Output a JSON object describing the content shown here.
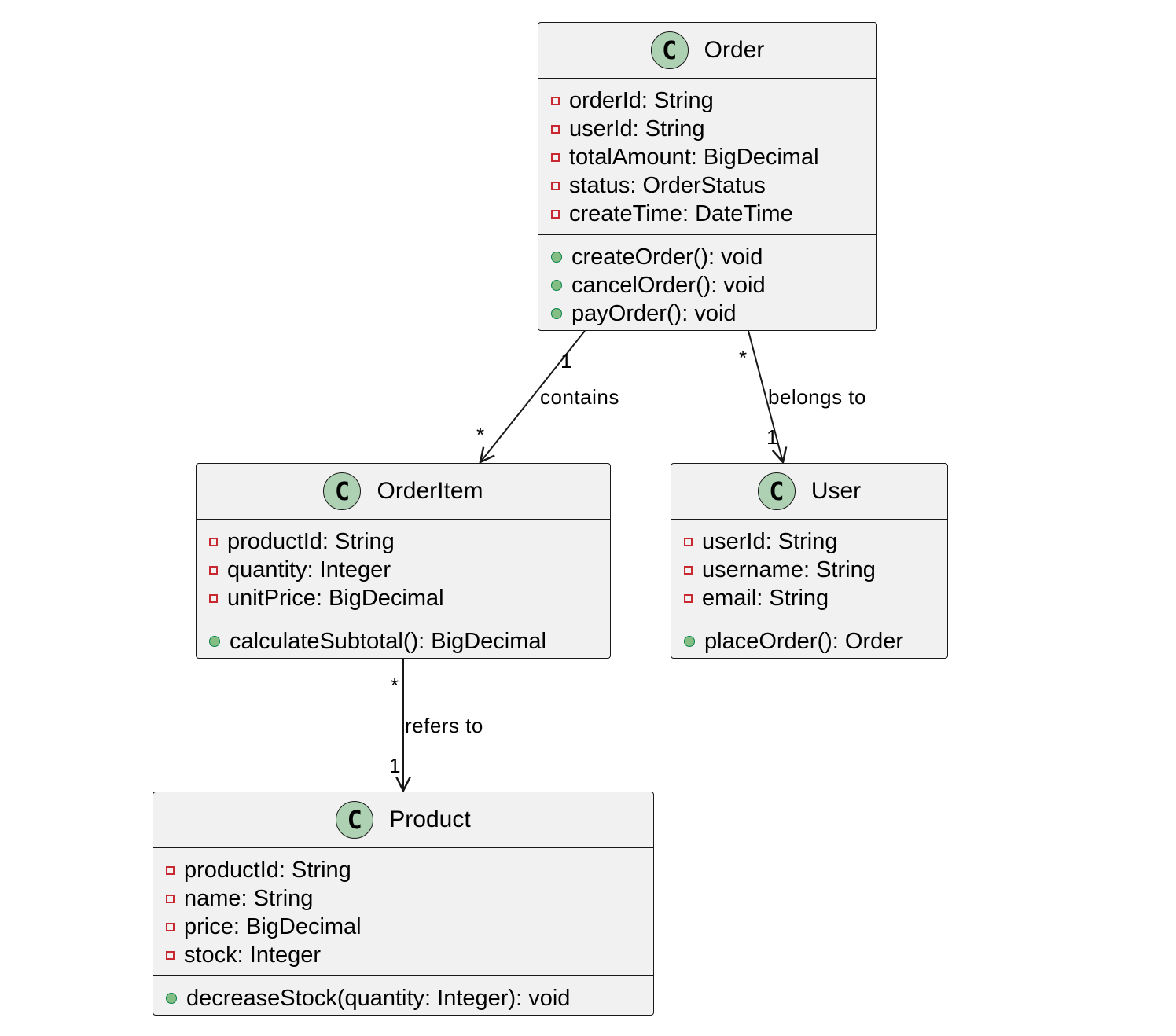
{
  "classes": {
    "order": {
      "badge": "C",
      "name": "Order",
      "attributes": [
        "orderId: String",
        "userId: String",
        "totalAmount: BigDecimal",
        "status: OrderStatus",
        "createTime: DateTime"
      ],
      "methods": [
        "createOrder(): void",
        "cancelOrder(): void",
        "payOrder(): void"
      ]
    },
    "order_item": {
      "badge": "C",
      "name": "OrderItem",
      "attributes": [
        "productId: String",
        "quantity: Integer",
        "unitPrice: BigDecimal"
      ],
      "methods": [
        "calculateSubtotal(): BigDecimal"
      ]
    },
    "user": {
      "badge": "C",
      "name": "User",
      "attributes": [
        "userId: String",
        "username: String",
        "email: String"
      ],
      "methods": [
        "placeOrder(): Order"
      ]
    },
    "product": {
      "badge": "C",
      "name": "Product",
      "attributes": [
        "productId: String",
        "name: String",
        "price: BigDecimal",
        "stock: Integer"
      ],
      "methods": [
        "decreaseStock(quantity: Integer): void"
      ]
    }
  },
  "associations": {
    "order_orderitem": {
      "label": "contains",
      "source_multiplicity": "1",
      "target_multiplicity": "*"
    },
    "order_user": {
      "label": "belongs to",
      "source_multiplicity": "*",
      "target_multiplicity": "1"
    },
    "orderitem_product": {
      "label": "refers to",
      "source_multiplicity": "*",
      "target_multiplicity": "1"
    }
  },
  "colors": {
    "class_fill": "#f1f1f1",
    "badge_fill": "#add1b2",
    "private_marker": "#c82930",
    "public_marker": "#84be84",
    "line": "#181818"
  }
}
